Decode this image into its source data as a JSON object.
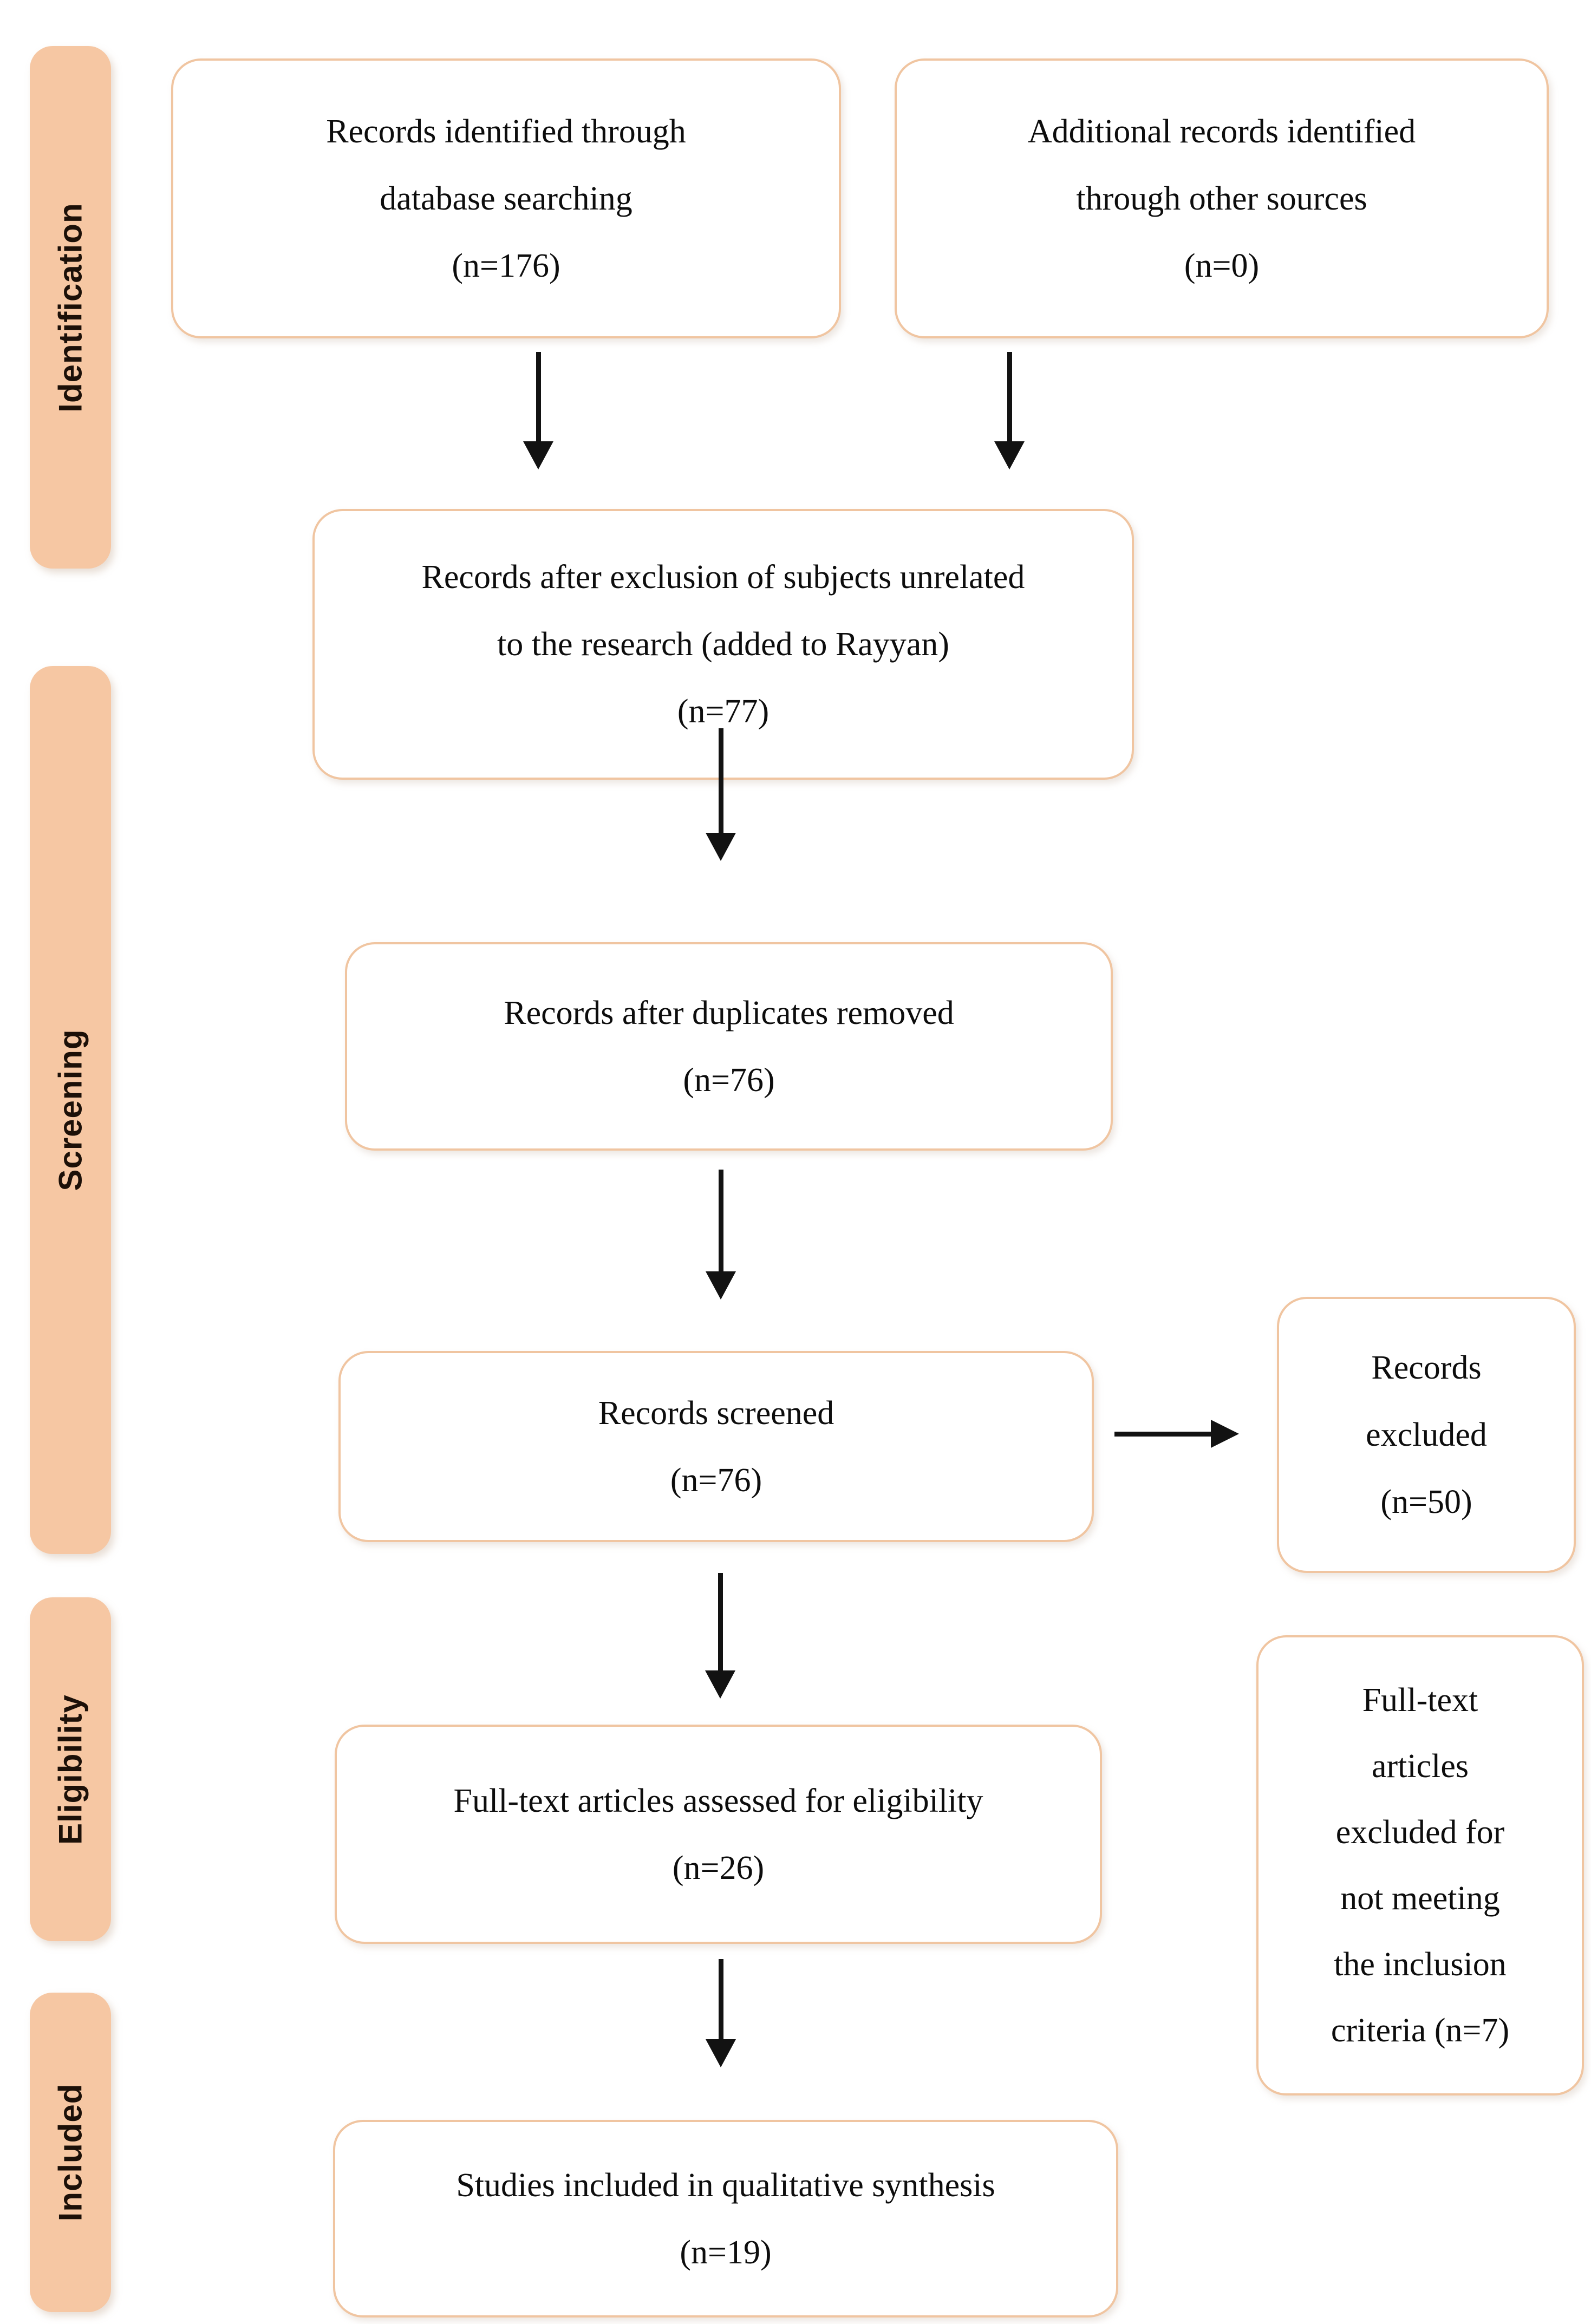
{
  "figure": {
    "title": "PRISMA flow diagram",
    "colors": {
      "stage_fill": "#f6c7a3",
      "box_border": "#f0c5a1",
      "arrow": "#121212",
      "text": "#0d0d0d"
    },
    "stages": [
      {
        "label": "Identification"
      },
      {
        "label": "Screening"
      },
      {
        "label": "Eligibility"
      },
      {
        "label": "Included"
      }
    ],
    "boxes": {
      "identified": {
        "lines": [
          "Records identified through",
          "database searching",
          "(n=176)"
        ]
      },
      "additional": {
        "lines": [
          "Additional records identified",
          "through other sources",
          "(n=0)"
        ]
      },
      "after_exclusion": {
        "lines": [
          "Records after exclusion of subjects unrelated",
          "to the research (added to Rayyan)",
          "(n=77)"
        ]
      },
      "duplicates_removed": {
        "lines": [
          "Records after duplicates removed",
          "(n=76)"
        ]
      },
      "screened": {
        "lines": [
          "Records screened",
          "(n=76)"
        ]
      },
      "excluded": {
        "lines": [
          "Records",
          "excluded",
          "(n=50)"
        ]
      },
      "fulltext_assessed": {
        "lines": [
          "Full-text articles assessed for eligibility",
          "(n=26)"
        ]
      },
      "fulltext_excluded": {
        "lines": [
          "Full-text",
          "articles",
          "excluded for",
          "not meeting",
          "the inclusion",
          "criteria (n=7)"
        ]
      },
      "included_synthesis": {
        "lines": [
          "Studies included in qualitative synthesis",
          "(n=19)"
        ]
      }
    }
  }
}
